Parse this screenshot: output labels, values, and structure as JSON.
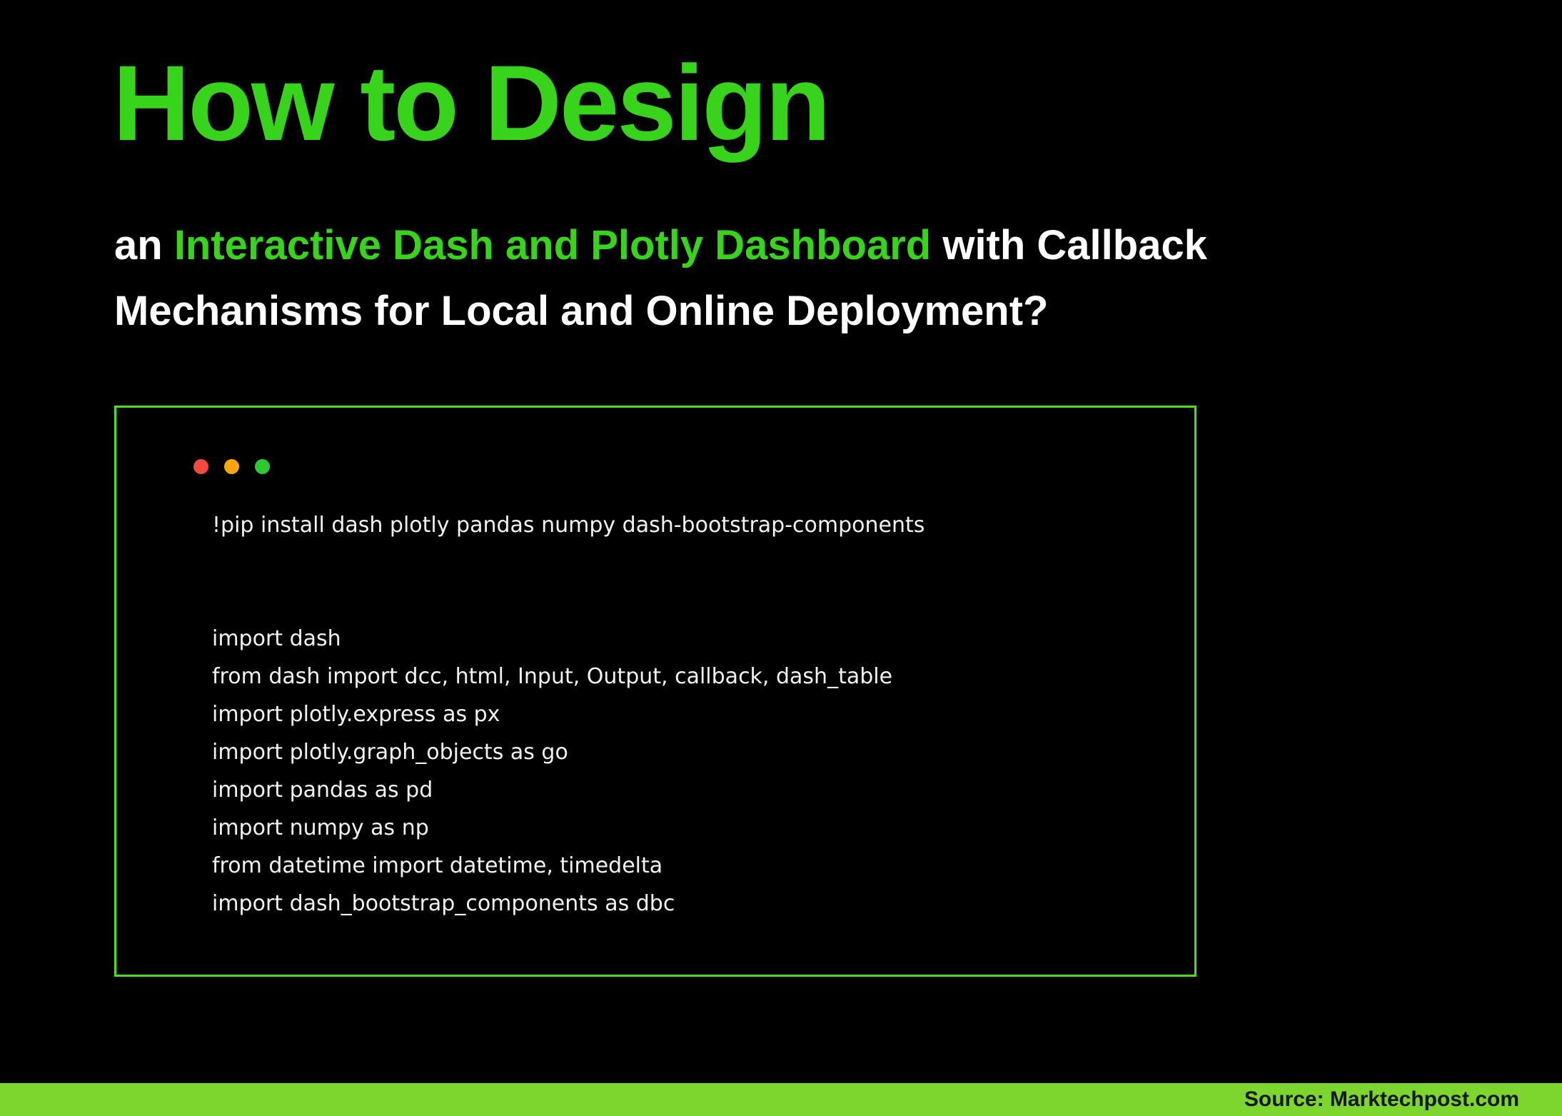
{
  "header": {
    "title": "How to Design",
    "subtitle": {
      "prefix": "an ",
      "highlight": "Interactive Dash and Plotly Dashboard",
      "suffix": " with Callback Mechanisms for Local and Online Deployment?"
    }
  },
  "code_window": {
    "traffic_lights": [
      {
        "name": "close",
        "color": "#f5493d"
      },
      {
        "name": "minimize",
        "color": "#fda50f"
      },
      {
        "name": "zoom",
        "color": "#2fc92f"
      }
    ],
    "lines": [
      "!pip install dash plotly pandas numpy dash-bootstrap-components",
      "",
      "",
      "import dash",
      "from dash import dcc, html, Input, Output, callback, dash_table",
      "import plotly.express as px",
      "import plotly.graph_objects as go",
      "import pandas as pd",
      "import numpy as np",
      "from datetime import datetime, timedelta",
      "import dash_bootstrap_components as dbc"
    ]
  },
  "footer": {
    "source": "Source: Marktechpost.com"
  },
  "colors": {
    "accent_green": "#38d41b",
    "border_green": "#45e312",
    "footer_green": "#7cd62e",
    "background": "#000000",
    "code_text": "#f2f2f2"
  }
}
